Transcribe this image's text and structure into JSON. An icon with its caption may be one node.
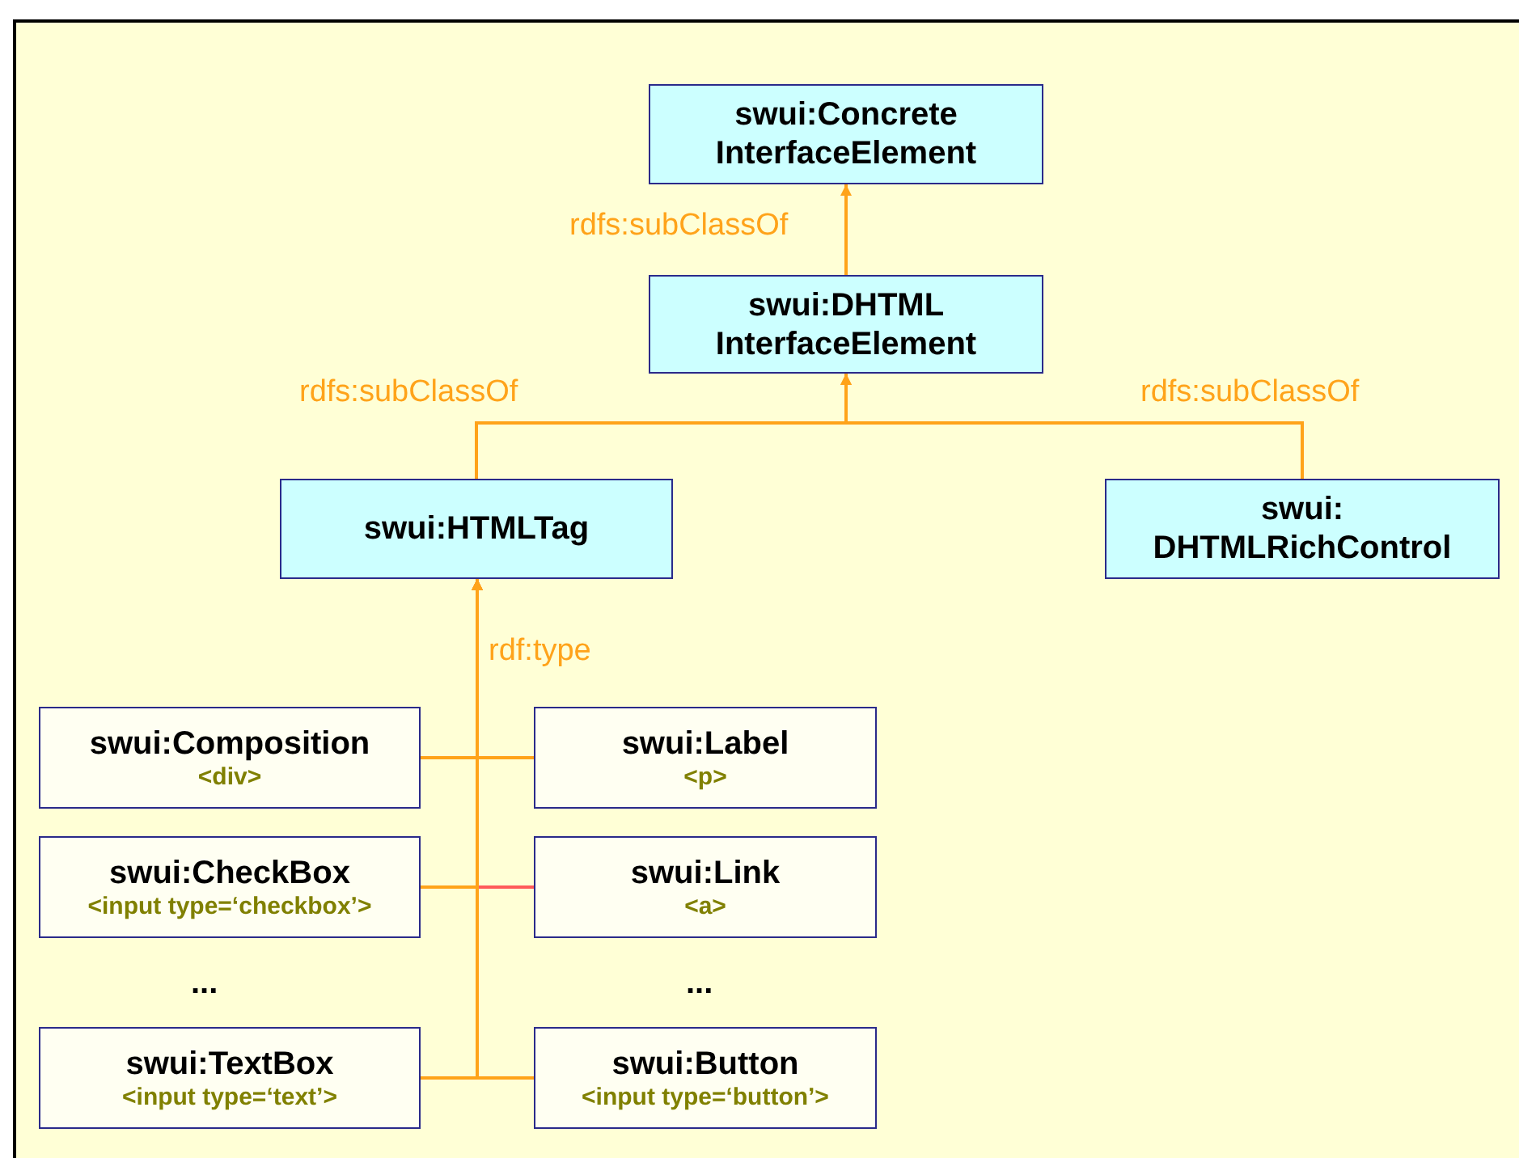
{
  "diagram": {
    "nodes": [
      {
        "text": [
          "swui:Concrete InterfaceElement"
        ]
      },
      {
        "text": [
          "swui:DHTML InterfaceElement"
        ]
      },
      {
        "text": [
          "swui:HTMLTag"
        ]
      },
      {
        "text": [
          "swui: DHTMLRichControl"
        ]
      },
      {
        "text": [
          "swui:Composition",
          "<div>"
        ]
      },
      {
        "text": [
          "swui:Label",
          "<p>"
        ]
      },
      {
        "text": [
          "swui:CheckBox",
          "<input type=‘checkbox’>"
        ]
      },
      {
        "text": [
          "swui:Link",
          "<a>"
        ]
      },
      {
        "text": [
          "swui:TextBox",
          "<input type=‘text’>"
        ]
      },
      {
        "text": [
          "swui:Button",
          "<input type=‘button’>"
        ]
      }
    ],
    "edges": [
      {
        "from": 1,
        "to": 0,
        "arrow": "to",
        "label": "rdfs:subClassOf"
      },
      {
        "from": 2,
        "to": 1,
        "arrow": "to",
        "label": "rdfs:subClassOf"
      },
      {
        "from": 3,
        "to": 1,
        "arrow": "to",
        "label": "rdfs:subClassOf"
      },
      {
        "from": 4,
        "to": 2,
        "arrow": "to",
        "label": "rdf:type"
      },
      {
        "from": 5,
        "to": 2,
        "arrow": "to"
      },
      {
        "from": 6,
        "to": 2,
        "arrow": "to"
      },
      {
        "from": 7,
        "to": 2,
        "arrow": "to",
        "color": "#ff5a5a"
      },
      {
        "from": 8,
        "to": 2,
        "arrow": "to"
      },
      {
        "from": 9,
        "to": 2,
        "arrow": "to"
      }
    ],
    "labels": [
      "...",
      "..."
    ]
  }
}
